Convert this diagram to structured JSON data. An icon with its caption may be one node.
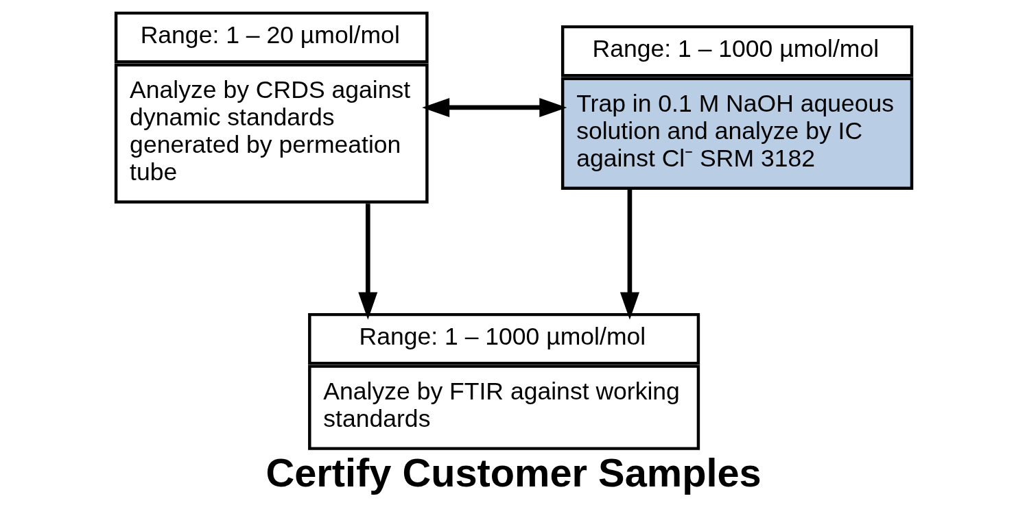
{
  "diagram": {
    "title": "Certify Customer Samples",
    "nodes": [
      {
        "text": [
          "Range: 1 – 20 µmol/mol",
          "Analyze by CRDS against dynamic standards generated by permeation tube"
        ]
      },
      {
        "text": [
          "Range: 1 – 1000 µmol/mol",
          "Trap in 0.1 M NaOH aqueous solution and analyze by IC against Cl⁻ SRM 3182"
        ]
      },
      {
        "text": [
          "Range: 1 – 1000 µmol/mol",
          "Analyze by FTIR against working standards"
        ]
      }
    ],
    "edges": [
      {
        "from": 0,
        "to": 1,
        "arrow": "both"
      },
      {
        "from": 0,
        "to": 2,
        "arrow": "to"
      },
      {
        "from": 1,
        "to": 2,
        "arrow": "to"
      }
    ]
  }
}
